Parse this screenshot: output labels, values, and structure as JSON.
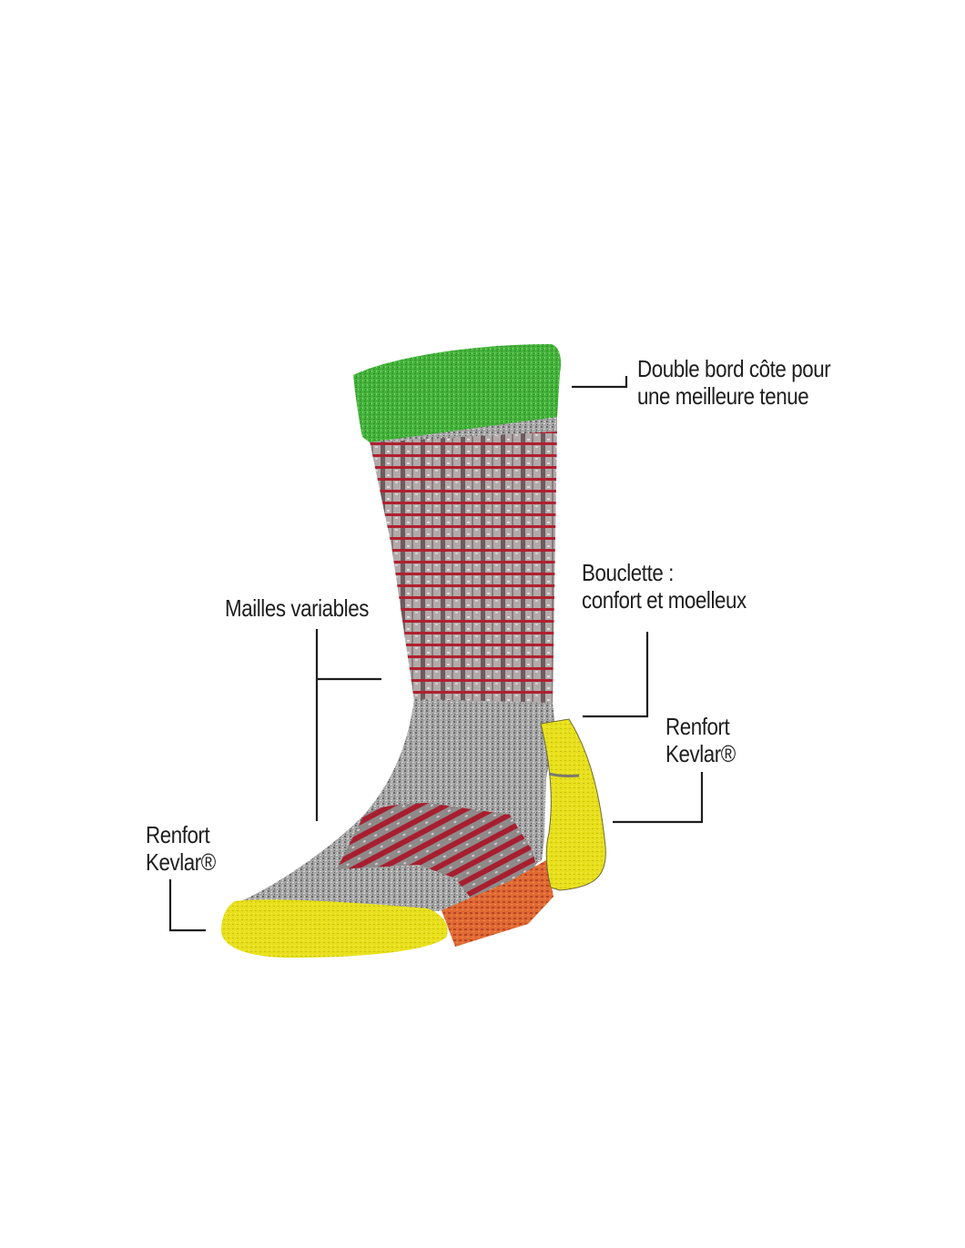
{
  "diagram": {
    "subject": "sock",
    "annotations": [
      {
        "id": "double-bord",
        "lines": [
          "Double bord côte pour",
          "une meilleure tenue"
        ]
      },
      {
        "id": "bouclette",
        "lines": [
          "Bouclette :",
          "confort et moelleux"
        ]
      },
      {
        "id": "mailles",
        "lines": [
          "Mailles variables"
        ]
      },
      {
        "id": "kevlar-heel",
        "lines": [
          "Renfort",
          "Kevlar®"
        ]
      },
      {
        "id": "kevlar-toe",
        "lines": [
          "Renfort",
          "Kevlar®"
        ]
      }
    ],
    "colors": {
      "cuff_green": "#3fb03a",
      "ribbed_red": "#a8222f",
      "heather_grey": "#9a9a9a",
      "kevlar_yellow": "#e6e01a",
      "orange_band": "#e0612a",
      "leader_line": "#1e1e1e"
    }
  }
}
